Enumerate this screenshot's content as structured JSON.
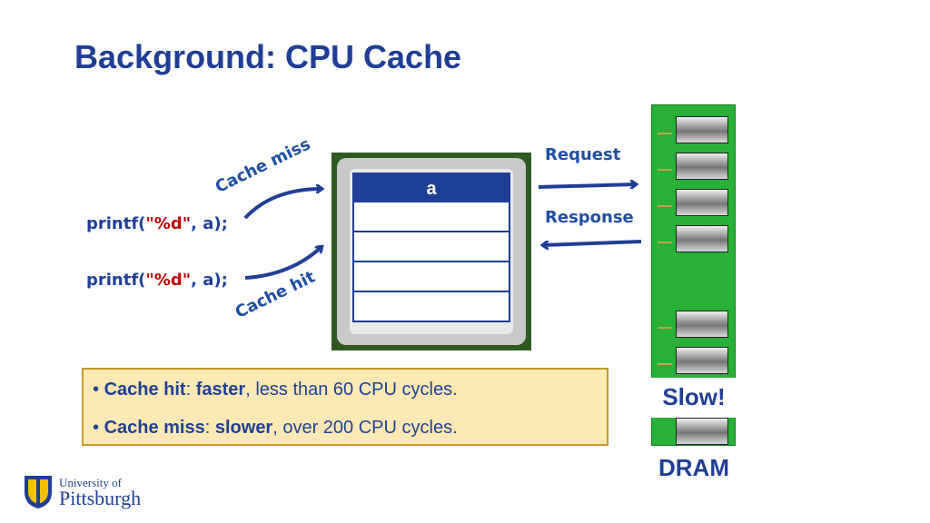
{
  "slide": {
    "title": "Background: CPU Cache"
  },
  "code": {
    "line1": {
      "prefix": "printf(",
      "string": "\"%d\"",
      "suffix": ", a);"
    },
    "line2": {
      "prefix": "printf(",
      "string": "\"%d\"",
      "suffix": ", a);"
    }
  },
  "labels": {
    "cache_miss": "Cache miss",
    "cache_hit": "Cache hit",
    "request": "Request",
    "response": "Response",
    "slow": "Slow!",
    "dram": "DRAM"
  },
  "cache": {
    "header": "a",
    "rows": [
      "",
      "",
      "",
      ""
    ]
  },
  "notes": {
    "hit": {
      "term": "Cache hit",
      "sep": ": ",
      "speed": "faster",
      "detail": ", less than 60 CPU cycles."
    },
    "miss": {
      "term": "Cache miss",
      "sep": ": ",
      "speed": "slower",
      "detail": ", over 200 CPU cycles."
    }
  },
  "logo": {
    "line1": "University of",
    "line2": "Pittsburgh"
  },
  "colors": {
    "title_blue": "#1f3f96",
    "code_string_red": "#c00000",
    "dram_green": "#29b038",
    "note_fill": "#fde9b3"
  }
}
